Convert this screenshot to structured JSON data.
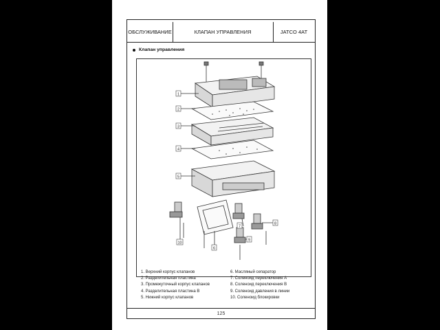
{
  "header": {
    "left": "ОБСЛУЖИВАНИЕ",
    "center": "КЛАПАН УПРАВЛЕНИЯ",
    "right": "JATCO 4AT"
  },
  "section_title": "Клапан управления",
  "callouts": [
    "1",
    "2",
    "3",
    "4",
    "5",
    "6",
    "7",
    "8",
    "9",
    "10"
  ],
  "legend": [
    "1. Верхний корпус клапанов",
    "2. Разделительная пластина",
    "3. Промежуточный корпус клапанов",
    "4. Разделительная пластина В",
    "5. Нижний корпус клапанов",
    "6. Масляный сепаратор",
    "7. Соленоид переключения А",
    "8. Соленоид переключения В",
    "9. Соленоид давления в линии",
    "10. Соленоид блокировки"
  ],
  "page_number": "125"
}
